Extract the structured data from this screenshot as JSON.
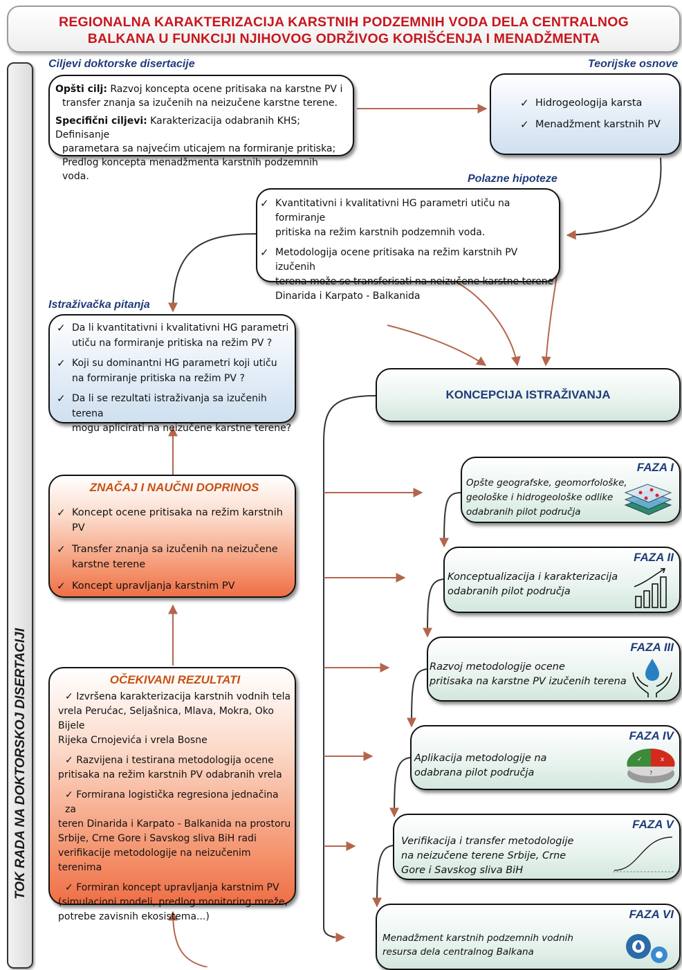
{
  "title": {
    "line1": "REGIONALNA KARAKTERIZACIJA KARSTNIH PODZEMNIH VODA DELA CENTRALNOG",
    "line2": "BALKANA U FUNKCIJI NJIHOVOG ODRŽIVOG KORIŠĆENJA I MENADŽMENTA"
  },
  "sidebar": {
    "label": "TOK RADA NA DOKTORSKOJ DISERTACIJI"
  },
  "goals": {
    "heading": "Ciljevi doktorske disertacije",
    "general_label": "Opšti cilj:",
    "general_line1": " Razvoj koncepta ocene pritisaka na karstne PV i",
    "general_line2": "transfer znanja sa izučenih na neizučene karstne terene.",
    "specific_label": "Specifični ciljevi:",
    "specific_line1": " Karakterizacija odabranih KHS; Definisanje",
    "specific_line2": "parametara sa najvećim uticajem na formiranje pritiska;",
    "specific_line3": "Predlog koncepta menadžmenta karstnih podzemnih voda."
  },
  "theory": {
    "heading": "Teorijske osnove",
    "items": [
      "Hidrogeologija karsta",
      "Menadžment karstnih PV"
    ]
  },
  "hypotheses": {
    "heading": "Polazne hipoteze",
    "item1_line1": "Kvantitativni i kvalitativni HG parametri utiču na formiranje",
    "item1_line2": "pritiska na režim karstnih podzemnih voda.",
    "item2_line1": "Metodologija ocene pritisaka na režim karstnih PV izučenih",
    "item2_line2": "terena može se transferisati na neizučene karstne terene",
    "item2_line3": "Dinarida i Karpato - Balkanida"
  },
  "questions": {
    "heading": "Istraživačka pitanja",
    "q1_line1": "Da li kvantitativni i kvalitativni HG parametri",
    "q1_line2": "utiču na formiranje pritiska na režim PV ?",
    "q2_line1": "Koji su dominantni HG parametri koji utiču",
    "q2_line2": "na formiranje pritiska na režim PV ?",
    "q3_line1": "Da li se rezultati istraživanja sa izučenih terena",
    "q3_line2": "mogu aplicirati na neizučene karstne terene?"
  },
  "concept": {
    "label": "KONCEPCIJA ISTRAŽIVANJA"
  },
  "significance": {
    "title": "ZNAČAJ I NAUČNI DOPRINOS",
    "item1": "Koncept ocene pritisaka na režim karstnih PV",
    "item2_line1": "Transfer znanja sa izučenih na neizučene",
    "item2_line2": "karstne terene",
    "item3": "Koncept upravljanja karstnim PV"
  },
  "results": {
    "title": "OČEKIVANI REZULTATI",
    "r1_line1": "Izvršena karakterizacija karstnih vodnih tela",
    "r1_line2": "vrela Perućac, Seljašnica, Mlava, Mokra, Oko Bijele",
    "r1_line3": "Rijeka Crnojevića i vrela Bosne",
    "r2_line1": "Razvijena i testirana metodologija ocene",
    "r2_line2": "pritisaka na režim karstnih PV odabranih vrela",
    "r3_line1": "Formirana logistička regresiona jednačina za",
    "r3_line2": "teren Dinarida i Karpato - Balkanida na prostoru",
    "r3_line3": "Srbije, Crne Gore i Savskog sliva BiH radi",
    "r3_line4": "verifikacije metodologije na neizučenim terenima",
    "r4_line1": "Formiran koncept upravljanja karstnim PV",
    "r4_line2": "(simulacioni modeli, predlog monitoring mreže,",
    "r4_line3": "potrebe zavisnih ekosistema...)"
  },
  "phases": [
    {
      "label": "FAZA I",
      "line1": "Opšte geografske, geomorfološke,",
      "line2": "geološke i hidrogeološke odlike",
      "line3": "odabranih pilot područja"
    },
    {
      "label": "FAZA II",
      "line1": "Konceptualizacija i karakterizacija",
      "line2": "odabranih pilot područja",
      "line3": ""
    },
    {
      "label": "FAZA III",
      "line1": "Razvoj metodologije ocene",
      "line2": "pritisaka na karstne PV izučenih terena",
      "line3": ""
    },
    {
      "label": "FAZA IV",
      "line1": "Aplikacija metodologije na",
      "line2": "odabrana pilot područja",
      "line3": ""
    },
    {
      "label": "FAZA V",
      "line1": "Verifikacija i transfer metodologije",
      "line2": "na neizučene terene Srbije, Crne",
      "line3": "Gore i Savskog sliva BiH"
    },
    {
      "label": "FAZA VI",
      "line1": "Menadžment karstnih podzemnih vodnih",
      "line2": "resursa dela centralnog Balkana",
      "line3": ""
    }
  ],
  "pie_marks": {
    "check": "✓",
    "cross": "x",
    "question": "?"
  },
  "check_mark": "✓",
  "colors": {
    "title_red": "#c8161d",
    "heading_blue": "#1f3c7a",
    "arrow": "#b5654d",
    "orange_title": "#c65216"
  }
}
